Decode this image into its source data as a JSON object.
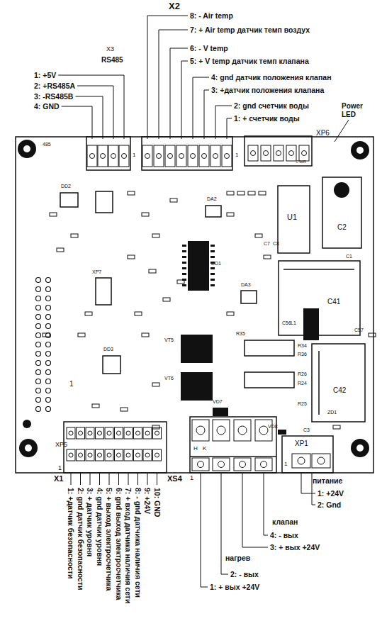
{
  "diagram": {
    "labels": [
      "X2",
      "8: - Air temp",
      "7: + Air temp датчик темп воздух",
      "6: - V temp",
      "5: + V temp датчик темп клапана",
      "4: gnd датчик положения клапан",
      "3: +датчик положения клапана",
      "2: gnd счетчик воды",
      "1: + счетчик воды",
      "X3",
      "RS485",
      "1: +5V",
      "2: +RS485A",
      "3: -RS485B",
      "4: GND",
      "Power LED",
      "XP6",
      "PWR",
      "1",
      "1",
      "485",
      "U1",
      "C2",
      "C41",
      "C42",
      "L1",
      "DD1",
      "DA2",
      "DA3",
      "VT5",
      "VT6",
      "XP7",
      "XP5",
      "DD2",
      "DD3",
      "VD7",
      "C1",
      "C7",
      "C8",
      "C56",
      "C57",
      "R35",
      "R34",
      "R36",
      "R26",
      "R24",
      "R25",
      "VD8",
      "ZD1",
      "C3",
      "1",
      "H",
      "K",
      "1",
      "X1",
      "XS4",
      "1",
      "XP1",
      "1",
      "1: +датчик безопасности",
      "2: gnd датчик безопасности",
      "3: + датчик уровня",
      "4: gnd датчик уровня",
      "5: + выход электросчетчика",
      "6: gnd выход электросчетчика",
      "7: + вход датчика наличия сети",
      "8: - gnd датчика наличия сети",
      "9: +24V",
      "10: GND",
      "нагрев",
      "2: - вых",
      "1: + вых +24V",
      "клапан",
      "4: - вых",
      "3: + вых +24V",
      "питание",
      "1: +24V",
      "2: Gnd"
    ]
  }
}
